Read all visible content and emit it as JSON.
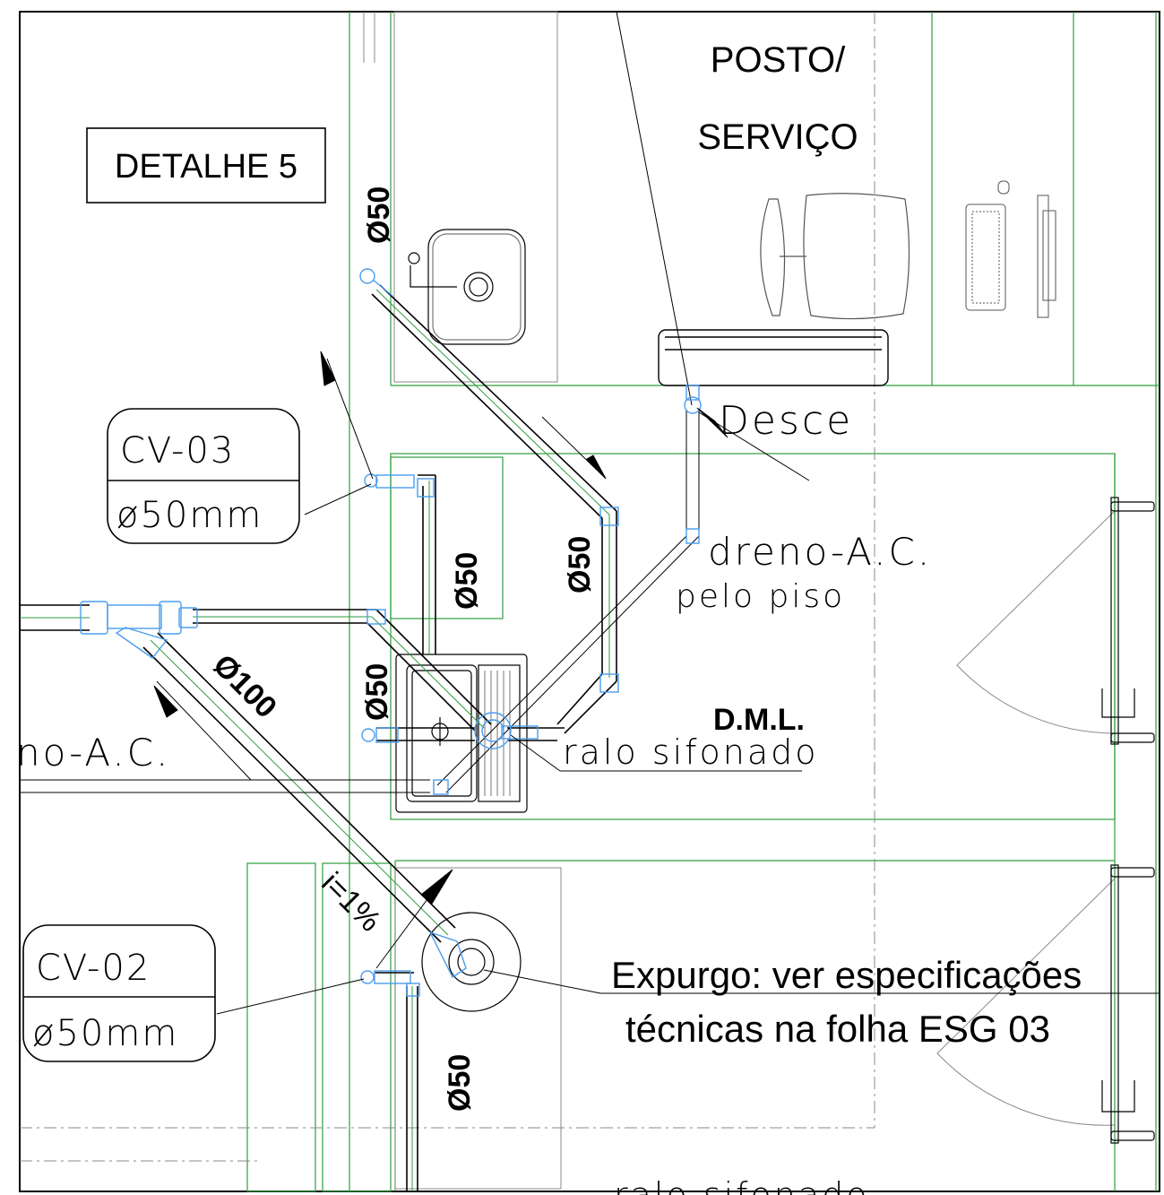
{
  "drawing": {
    "detail_label": "DETALHE 5",
    "room_service": {
      "line1": "POSTO/",
      "line2": "SERVIÇO"
    },
    "room_dml": "D.M.L.",
    "desce": "Desce",
    "drain_ac": {
      "line1": "dreno-A.C.",
      "line2": "pelo piso",
      "cut": "no-A.C."
    },
    "ralo": "ralo sifonado",
    "ralo_cut": "ralo sifonado",
    "expurgo": {
      "line1": "Expurgo: ver especificações",
      "line2": "técnicas na folha ESG 03"
    },
    "slope": "i=1%",
    "diameters": {
      "d50_top": "Ø50",
      "d50_mid": "Ø50",
      "d50_diag": "Ø50",
      "d50_left": "Ø50",
      "d50_bottom": "Ø50",
      "d100": "Ø100"
    },
    "tags": [
      {
        "code": "CV-03",
        "diameter": "ø50mm"
      },
      {
        "code": "CV-02",
        "diameter": "ø50mm"
      }
    ],
    "colors": {
      "walls": "#2e9e3e",
      "pipe_fittings": "#4a9df0",
      "lines": "#000000",
      "hidden": "#9a9a9a"
    }
  }
}
